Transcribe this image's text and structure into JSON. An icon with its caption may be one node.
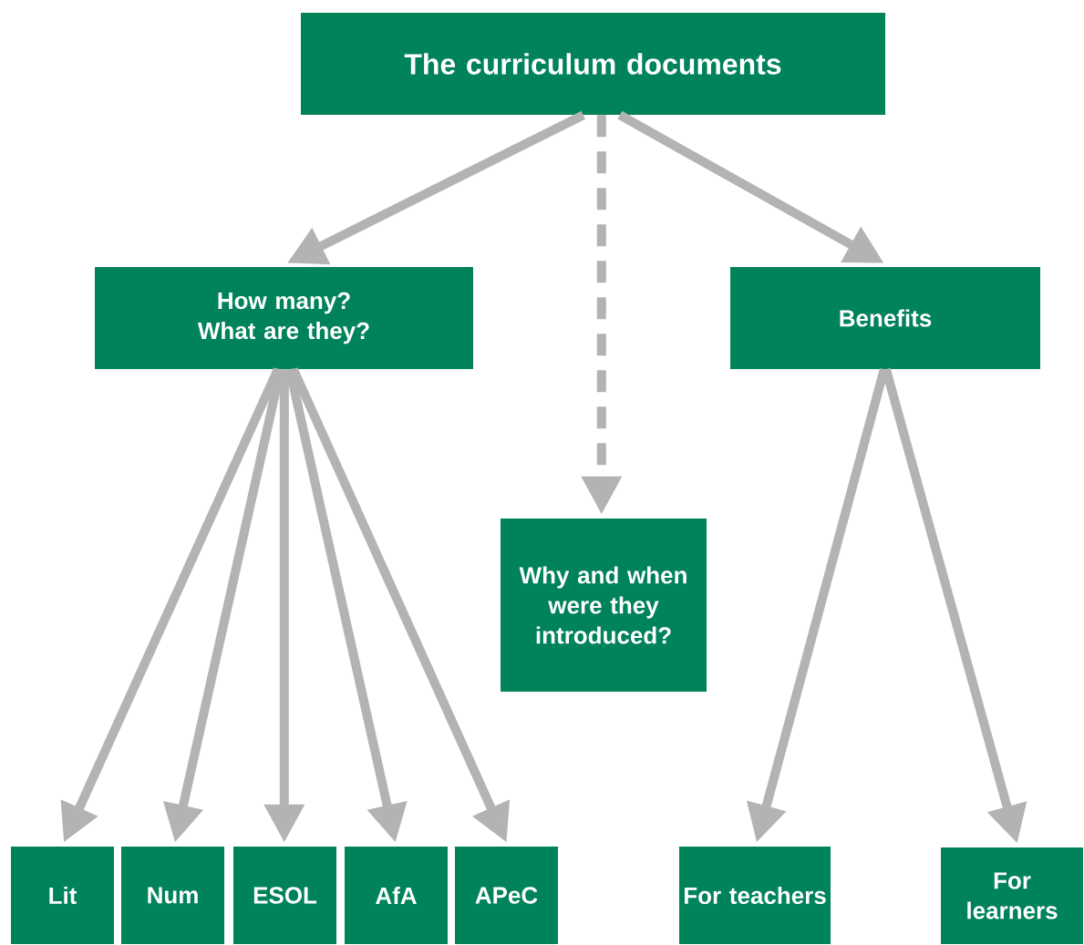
{
  "diagram": {
    "nodes": [
      {
        "text": [
          "The curriculum documents"
        ]
      },
      {
        "text": [
          "How many? What are they?"
        ]
      },
      {
        "text": [
          "Benefits"
        ]
      },
      {
        "text": [
          "Why and when were they introduced?"
        ]
      },
      {
        "text": [
          "Lit"
        ]
      },
      {
        "text": [
          "Num"
        ]
      },
      {
        "text": [
          "ESOL"
        ]
      },
      {
        "text": [
          "AfA"
        ]
      },
      {
        "text": [
          "APeC"
        ]
      },
      {
        "text": [
          "For teachers"
        ]
      },
      {
        "text": [
          "For learners"
        ]
      }
    ],
    "edges": [
      {
        "from": 0,
        "to": 1,
        "arrow": "to"
      },
      {
        "from": 0,
        "to": 3,
        "arrow": "to",
        "style": "dashed"
      },
      {
        "from": 0,
        "to": 2,
        "arrow": "to"
      },
      {
        "from": 1,
        "to": 4,
        "arrow": "to"
      },
      {
        "from": 1,
        "to": 5,
        "arrow": "to"
      },
      {
        "from": 1,
        "to": 6,
        "arrow": "to"
      },
      {
        "from": 1,
        "to": 7,
        "arrow": "to"
      },
      {
        "from": 1,
        "to": 8,
        "arrow": "to"
      },
      {
        "from": 2,
        "to": 9,
        "arrow": "to"
      },
      {
        "from": 2,
        "to": 10,
        "arrow": "to"
      }
    ]
  }
}
